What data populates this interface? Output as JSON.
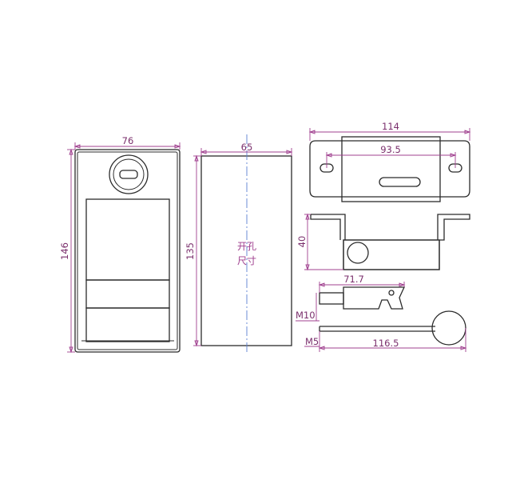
{
  "front_view": {
    "width_label": "76",
    "height_label": "146"
  },
  "cutout_view": {
    "width_label": "65",
    "height_label": "135",
    "note_line1": "开孔",
    "note_line2": "尺寸"
  },
  "bracket_top_view": {
    "overall_width_label": "114",
    "hole_spacing_label": "93.5"
  },
  "bracket_side_view": {
    "height_label": "40"
  },
  "rod_parts": {
    "length_label": "71.7",
    "thread_m10_label": "M10",
    "thread_m5_label": "M5",
    "total_length_label": "116.5"
  },
  "colors": {
    "outline": "#2b2b2b",
    "dimension": "#a0408f",
    "centerline": "#5b7fd1"
  }
}
